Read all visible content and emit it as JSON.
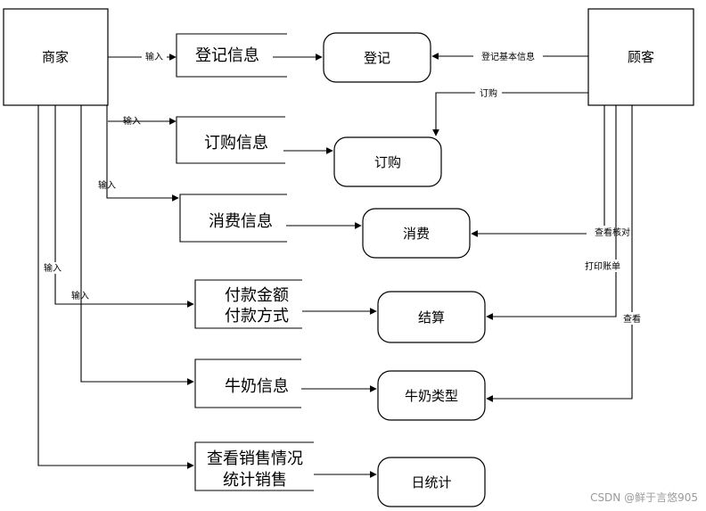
{
  "entities": {
    "merchant": "商家",
    "customer": "顾客"
  },
  "stores": {
    "register_info": "登记信息",
    "order_info": "订购信息",
    "consume_info": "消费信息",
    "payment_amount": "付款金额",
    "payment_method": "付款方式",
    "milk_info": "牛奶信息",
    "view_sales": "查看销售情况",
    "stat_sales": "统计销售"
  },
  "processes": {
    "register": "登记",
    "order": "订购",
    "consume": "消费",
    "settle": "结算",
    "milk_type": "牛奶类型",
    "daily_stats": "日统计"
  },
  "flows": {
    "input": "输入",
    "register_basic": "登记基本信息",
    "order": "订购",
    "view_verify": "查看核对",
    "print_bill": "打印账单",
    "view": "查看"
  },
  "watermark": "CSDN @鲜于言悠905"
}
